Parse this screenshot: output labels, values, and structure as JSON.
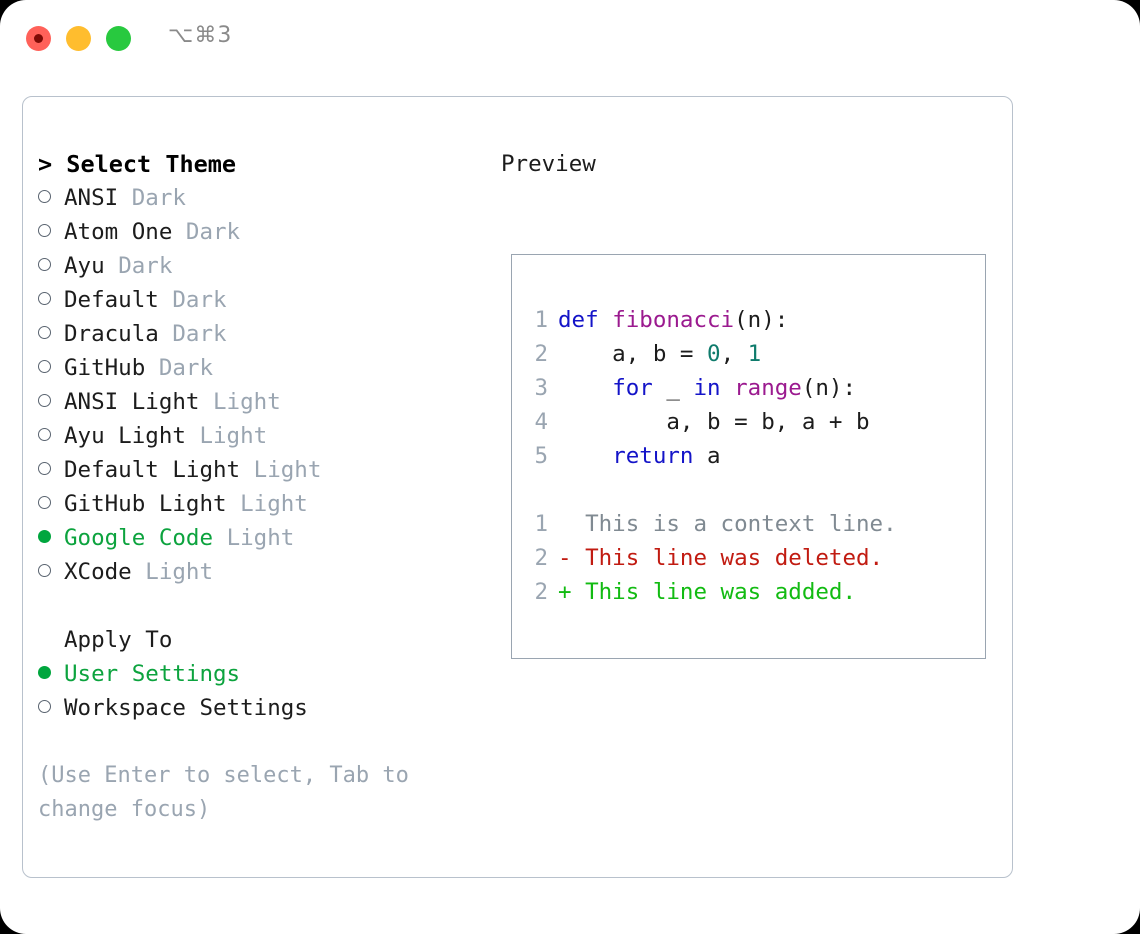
{
  "window": {
    "title": "⌥⌘3",
    "traffic_lights": [
      "close",
      "minimize",
      "zoom"
    ]
  },
  "theme_picker": {
    "header": "> Select Theme",
    "items": [
      {
        "marker": "off",
        "name": "ANSI",
        "badge": "Dark",
        "selected": false
      },
      {
        "marker": "off",
        "name": "Atom One",
        "badge": "Dark",
        "selected": false
      },
      {
        "marker": "off",
        "name": "Ayu",
        "badge": "Dark",
        "selected": false
      },
      {
        "marker": "off",
        "name": "Default",
        "badge": "Dark",
        "selected": false
      },
      {
        "marker": "off",
        "name": "Dracula",
        "badge": "Dark",
        "selected": false
      },
      {
        "marker": "off",
        "name": "GitHub",
        "badge": "Dark",
        "selected": false
      },
      {
        "marker": "off",
        "name": "ANSI Light",
        "badge": "Light",
        "selected": false
      },
      {
        "marker": "off",
        "name": "Ayu Light",
        "badge": "Light",
        "selected": false
      },
      {
        "marker": "off",
        "name": "Default Light",
        "badge": "Light",
        "selected": false
      },
      {
        "marker": "off",
        "name": "GitHub Light",
        "badge": "Light",
        "selected": false
      },
      {
        "marker": "on",
        "name": "Google Code",
        "badge": "Light",
        "selected": true
      },
      {
        "marker": "off",
        "name": "XCode",
        "badge": "Light",
        "selected": false
      }
    ]
  },
  "apply_to": {
    "title": "Apply To",
    "options": [
      {
        "marker": "on",
        "label": "User Settings",
        "selected": true
      },
      {
        "marker": "off",
        "label": "Workspace Settings",
        "selected": false
      }
    ]
  },
  "hint": "(Use Enter to select, Tab to change focus)",
  "preview": {
    "label": "Preview",
    "code_lines": [
      {
        "n": "1",
        "tokens": [
          {
            "t": "def ",
            "c": "kw"
          },
          {
            "t": "fibonacci",
            "c": "fn"
          },
          {
            "t": "(n):",
            "c": "pl"
          }
        ]
      },
      {
        "n": "2",
        "tokens": [
          {
            "t": "    a, b = ",
            "c": "pl"
          },
          {
            "t": "0",
            "c": "num"
          },
          {
            "t": ", ",
            "c": "pl"
          },
          {
            "t": "1",
            "c": "num"
          }
        ]
      },
      {
        "n": "3",
        "tokens": [
          {
            "t": "    ",
            "c": "pl"
          },
          {
            "t": "for",
            "c": "kw"
          },
          {
            "t": " _ ",
            "c": "pl"
          },
          {
            "t": "in",
            "c": "kw"
          },
          {
            "t": " ",
            "c": "pl"
          },
          {
            "t": "range",
            "c": "fn"
          },
          {
            "t": "(n):",
            "c": "pl"
          }
        ]
      },
      {
        "n": "4",
        "tokens": [
          {
            "t": "        a, b = b, a + b",
            "c": "pl"
          }
        ]
      },
      {
        "n": "5",
        "tokens": [
          {
            "t": "    ",
            "c": "pl"
          },
          {
            "t": "return",
            "c": "kw"
          },
          {
            "t": " a",
            "c": "pl"
          }
        ]
      }
    ],
    "diff_lines": [
      {
        "n": "1",
        "text": "  This is a context line.",
        "c": "ctx"
      },
      {
        "n": "2",
        "text": "- This line was deleted.",
        "c": "del"
      },
      {
        "n": "2",
        "text": "+ This line was added.",
        "c": "add"
      }
    ]
  },
  "colors": {
    "accent_green": "#00a63e",
    "badge_gray": "#9aa5b1",
    "keyword_blue": "#1414c8",
    "function_purple": "#9b1a8f",
    "number_teal": "#0f7b6c",
    "diff_deleted": "#c11b11",
    "diff_added": "#12bb12",
    "dialog_border": "#b8c1cc",
    "preview_border": "#9aa5b1",
    "traffic_red": "#ff6159",
    "traffic_amber": "#ffbd2e",
    "traffic_green": "#28c93f"
  }
}
